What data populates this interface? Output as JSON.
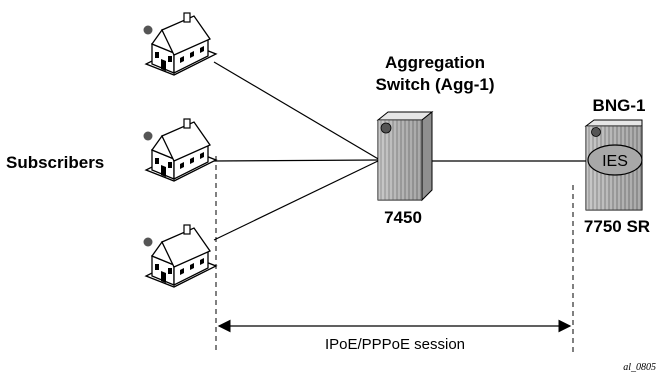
{
  "labels": {
    "subscribers": "Subscribers",
    "agg_line1": "Aggregation",
    "agg_line2": "Switch (Agg-1)",
    "agg_model": "7450",
    "bng_name": "BNG-1",
    "bng_service": "IES",
    "bng_model": "7750 SR",
    "session": "IPoE/PPPoE session",
    "figure_id": "al_0805"
  },
  "houses": [
    {
      "id": "house-1"
    },
    {
      "id": "house-2"
    },
    {
      "id": "house-3"
    }
  ],
  "colors": {
    "line": "#000000",
    "house_fill": "#ffffff",
    "status_dot": "#555555",
    "router_body": "#bdbdbd",
    "router_dark": "#7a7a7a",
    "ies_fill": "#a8a8a8"
  },
  "icons": [
    "house-icon",
    "switch-icon",
    "router-icon"
  ]
}
